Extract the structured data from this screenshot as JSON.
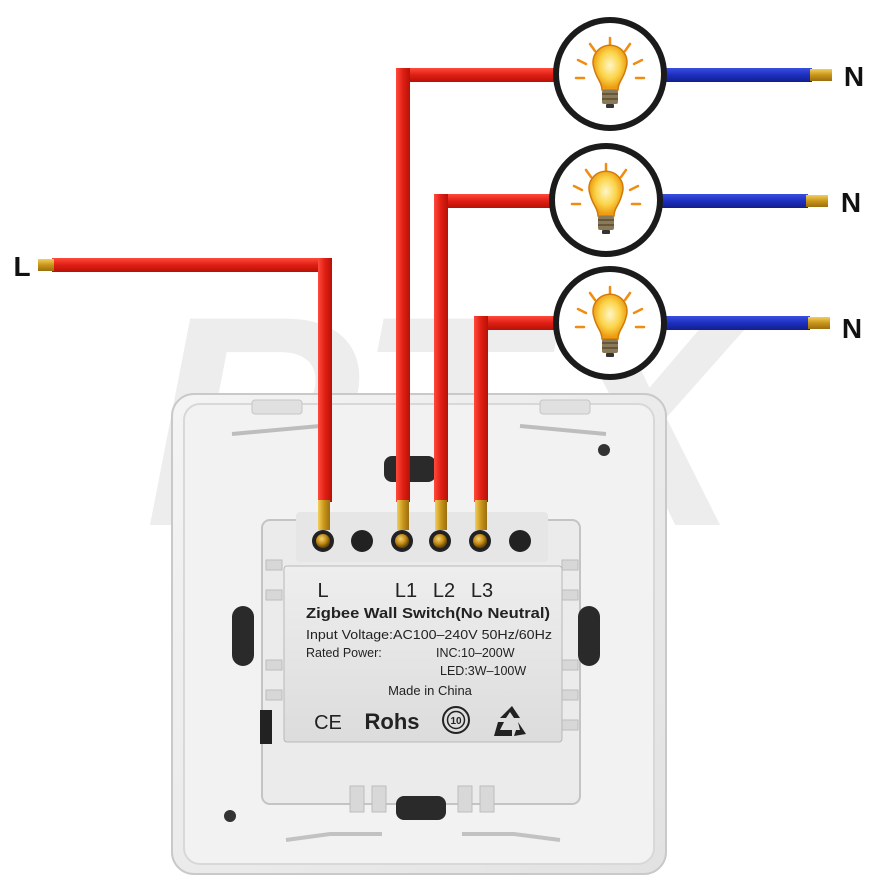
{
  "watermark": "RTX",
  "wire_labels": {
    "line_in": "L",
    "neutral_1": "N",
    "neutral_2": "N",
    "neutral_3": "N"
  },
  "terminals": [
    "L",
    "L1",
    "L2",
    "L3"
  ],
  "label_plate": {
    "title": "Zigbee Wall Switch(No Neutral)",
    "input_voltage": "Input Voltage:AC100–240V 50Hz/60Hz",
    "rated_power": "Rated Power:",
    "inc": "INC:10–200W",
    "led": "LED:3W–100W",
    "made_in": "Made in China",
    "marks": {
      "ce": "CE",
      "rohs": "Rohs",
      "eco": "10"
    }
  },
  "colors": {
    "live_wire": "#e8231c",
    "neutral_wire": "#1d2fbf",
    "brass": "#d4a21a",
    "bulb": "#f5b21a"
  }
}
